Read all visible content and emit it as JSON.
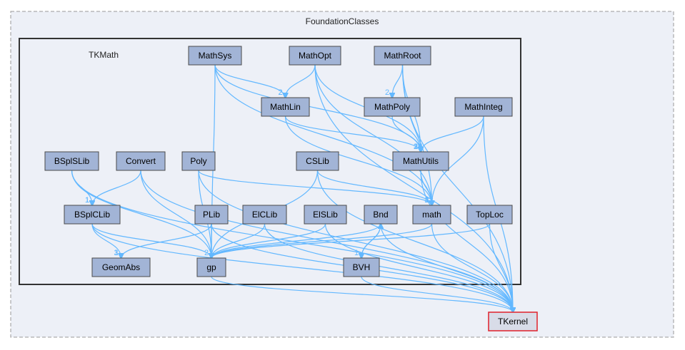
{
  "diagram": {
    "outer_cluster": "FoundationClasses",
    "inner_cluster": "TKMath",
    "nodes": {
      "MathSys": "MathSys",
      "MathOpt": "MathOpt",
      "MathRoot": "MathRoot",
      "MathLin": "MathLin",
      "MathPoly": "MathPoly",
      "MathInteg": "MathInteg",
      "MathUtils": "MathUtils",
      "BSplSLib": "BSplSLib",
      "Convert": "Convert",
      "Poly": "Poly",
      "CSLib": "CSLib",
      "BSplCLib": "BSplCLib",
      "PLib": "PLib",
      "ElCLib": "ElCLib",
      "ElSLib": "ElSLib",
      "Bnd": "Bnd",
      "math": "math",
      "TopLoc": "TopLoc",
      "GeomAbs": "GeomAbs",
      "gp": "gp",
      "BVH": "BVH",
      "TKernel": "TKernel"
    },
    "edges": [
      {
        "from": "MathSys",
        "to": "MathLin",
        "label": "2"
      },
      {
        "from": "MathSys",
        "to": "MathUtils",
        "label": ""
      },
      {
        "from": "MathSys",
        "to": "math",
        "label": ""
      },
      {
        "from": "MathSys",
        "to": "gp",
        "label": ""
      },
      {
        "from": "MathOpt",
        "to": "MathLin",
        "label": "2"
      },
      {
        "from": "MathOpt",
        "to": "MathUtils",
        "label": "20"
      },
      {
        "from": "MathOpt",
        "to": "math",
        "label": ""
      },
      {
        "from": "MathOpt",
        "to": "TKernel",
        "label": ""
      },
      {
        "from": "MathRoot",
        "to": "MathPoly",
        "label": "2"
      },
      {
        "from": "MathRoot",
        "to": "MathUtils",
        "label": "21"
      },
      {
        "from": "MathRoot",
        "to": "math",
        "label": ""
      },
      {
        "from": "MathRoot",
        "to": "TKernel",
        "label": ""
      },
      {
        "from": "MathLin",
        "to": "MathUtils",
        "label": "34"
      },
      {
        "from": "MathLin",
        "to": "math",
        "label": ""
      },
      {
        "from": "MathPoly",
        "to": "MathUtils",
        "label": "10"
      },
      {
        "from": "MathInteg",
        "to": "MathUtils",
        "label": "17"
      },
      {
        "from": "MathInteg",
        "to": "math",
        "label": "4"
      },
      {
        "from": "MathInteg",
        "to": "TKernel",
        "label": ""
      },
      {
        "from": "MathUtils",
        "to": "math",
        "label": "12"
      },
      {
        "from": "MathUtils",
        "to": "TKernel",
        "label": ""
      },
      {
        "from": "BSplSLib",
        "to": "BSplCLib",
        "label": "1"
      },
      {
        "from": "BSplSLib",
        "to": "gp",
        "label": ""
      },
      {
        "from": "BSplSLib",
        "to": "TKernel",
        "label": ""
      },
      {
        "from": "Convert",
        "to": "BSplCLib",
        "label": "1"
      },
      {
        "from": "Convert",
        "to": "gp",
        "label": ""
      },
      {
        "from": "Convert",
        "to": "TKernel",
        "label": ""
      },
      {
        "from": "Poly",
        "to": "gp",
        "label": ""
      },
      {
        "from": "Poly",
        "to": "math",
        "label": ""
      },
      {
        "from": "Poly",
        "to": "TKernel",
        "label": ""
      },
      {
        "from": "CSLib",
        "to": "math",
        "label": "2"
      },
      {
        "from": "CSLib",
        "to": "gp",
        "label": ""
      },
      {
        "from": "CSLib",
        "to": "TKernel",
        "label": ""
      },
      {
        "from": "BSplCLib",
        "to": "GeomAbs",
        "label": "1"
      },
      {
        "from": "BSplCLib",
        "to": "gp",
        "label": ""
      },
      {
        "from": "BSplCLib",
        "to": "TKernel",
        "label": ""
      },
      {
        "from": "PLib",
        "to": "gp",
        "label": "2"
      },
      {
        "from": "PLib",
        "to": "GeomAbs",
        "label": "3"
      },
      {
        "from": "PLib",
        "to": "TKernel",
        "label": ""
      },
      {
        "from": "ElCLib",
        "to": "gp",
        "label": ""
      },
      {
        "from": "ElCLib",
        "to": "TKernel",
        "label": ""
      },
      {
        "from": "ElSLib",
        "to": "gp",
        "label": ""
      },
      {
        "from": "ElSLib",
        "to": "TKernel",
        "label": ""
      },
      {
        "from": "Bnd",
        "to": "BVH",
        "label": "1"
      },
      {
        "from": "Bnd",
        "to": "gp",
        "label": ""
      },
      {
        "from": "Bnd",
        "to": "TKernel",
        "label": ""
      },
      {
        "from": "BVH",
        "to": "Bnd",
        "label": "1"
      },
      {
        "from": "BVH",
        "to": "TKernel",
        "label": ""
      },
      {
        "from": "math",
        "to": "gp",
        "label": ""
      },
      {
        "from": "math",
        "to": "TKernel",
        "label": ""
      },
      {
        "from": "TopLoc",
        "to": "gp",
        "label": ""
      },
      {
        "from": "TopLoc",
        "to": "TKernel",
        "label": ""
      },
      {
        "from": "gp",
        "to": "TKernel",
        "label": ""
      }
    ]
  }
}
